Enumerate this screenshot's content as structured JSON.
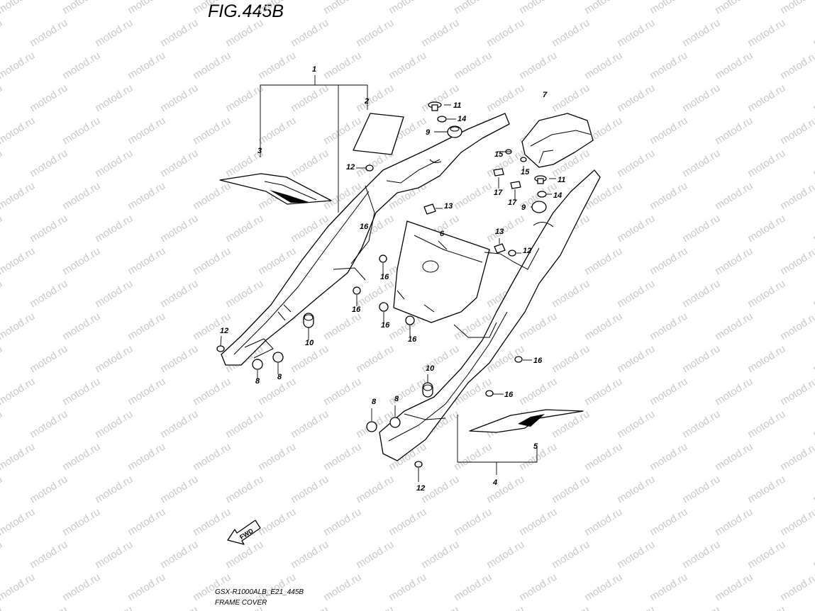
{
  "figure": {
    "title": "FIG.445B",
    "model_code": "GSX-R1000ALB_E21_445B",
    "name": "FRAME COVER",
    "watermark": "motod.ru",
    "fwd_label": "FWD"
  },
  "callouts": [
    "1",
    "2",
    "3",
    "4",
    "5",
    "6",
    "7",
    "8",
    "8",
    "8",
    "8",
    "9",
    "9",
    "10",
    "10",
    "11",
    "11",
    "12",
    "12",
    "12",
    "12",
    "13",
    "13",
    "14",
    "14",
    "15",
    "15",
    "16",
    "16",
    "16",
    "16",
    "16",
    "16",
    "16",
    "17",
    "17"
  ]
}
